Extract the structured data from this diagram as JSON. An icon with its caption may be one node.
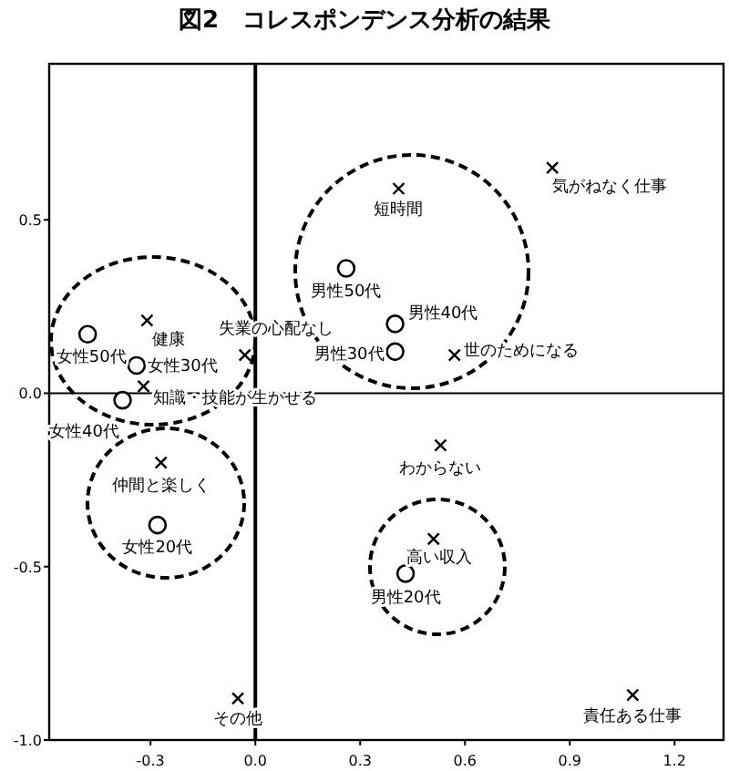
{
  "diagram": {
    "title": "図2　コレスポンデンス分析の結果",
    "chart_data": {
      "type": "scatter",
      "xlim": [
        -0.59,
        1.34
      ],
      "ylim": [
        -1.0,
        0.95
      ],
      "xticks": [
        {
          "value": -0.3,
          "label": "-0.3"
        },
        {
          "value": 0,
          "label": "0.0"
        },
        {
          "value": 0.3,
          "label": "0.3"
        },
        {
          "value": 0.6,
          "label": "0.6"
        },
        {
          "value": 0.9,
          "label": "0.9"
        },
        {
          "value": 1.2,
          "label": "1.2"
        }
      ],
      "yticks": [
        {
          "value": -1,
          "label": "-1.0"
        },
        {
          "value": -0.5,
          "label": "-0.5"
        },
        {
          "value": 0,
          "label": "0.0"
        },
        {
          "value": 0.5,
          "label": "0.5"
        }
      ],
      "series": [
        {
          "color": "#000000",
          "x": [
            0.41,
            0.85,
            -0.31,
            -0.03,
            -0.32,
            0.57,
            -0.27,
            0.53,
            0.51,
            -0.05,
            1.08
          ],
          "values": [
            0.59,
            0.65,
            0.21,
            0.11,
            0.02,
            0.11,
            -0.2,
            -0.15,
            -0.42,
            -0.88,
            -0.87
          ]
        },
        {
          "color": "#000000",
          "x": [
            -0.48,
            -0.34,
            -0.38,
            -0.28,
            0.26,
            0.4,
            0.4,
            0.43
          ],
          "values": [
            0.17,
            0.08,
            -0.02,
            -0.38,
            0.36,
            0.2,
            0.12,
            -0.52
          ]
        }
      ],
      "annotations": [
        "短時間",
        "気がねなく仕事",
        "健康",
        "失業の心配なし",
        "知識・技能が生かせる",
        "世のためになる",
        "仲間と楽しく",
        "わからない",
        "高い収入",
        "その他",
        "責任ある仕事",
        "女性50代",
        "女性30代",
        "女性40代",
        "女性20代",
        "男性50代",
        "男性40代",
        "男性30代",
        "男性20代"
      ]
    }
  }
}
